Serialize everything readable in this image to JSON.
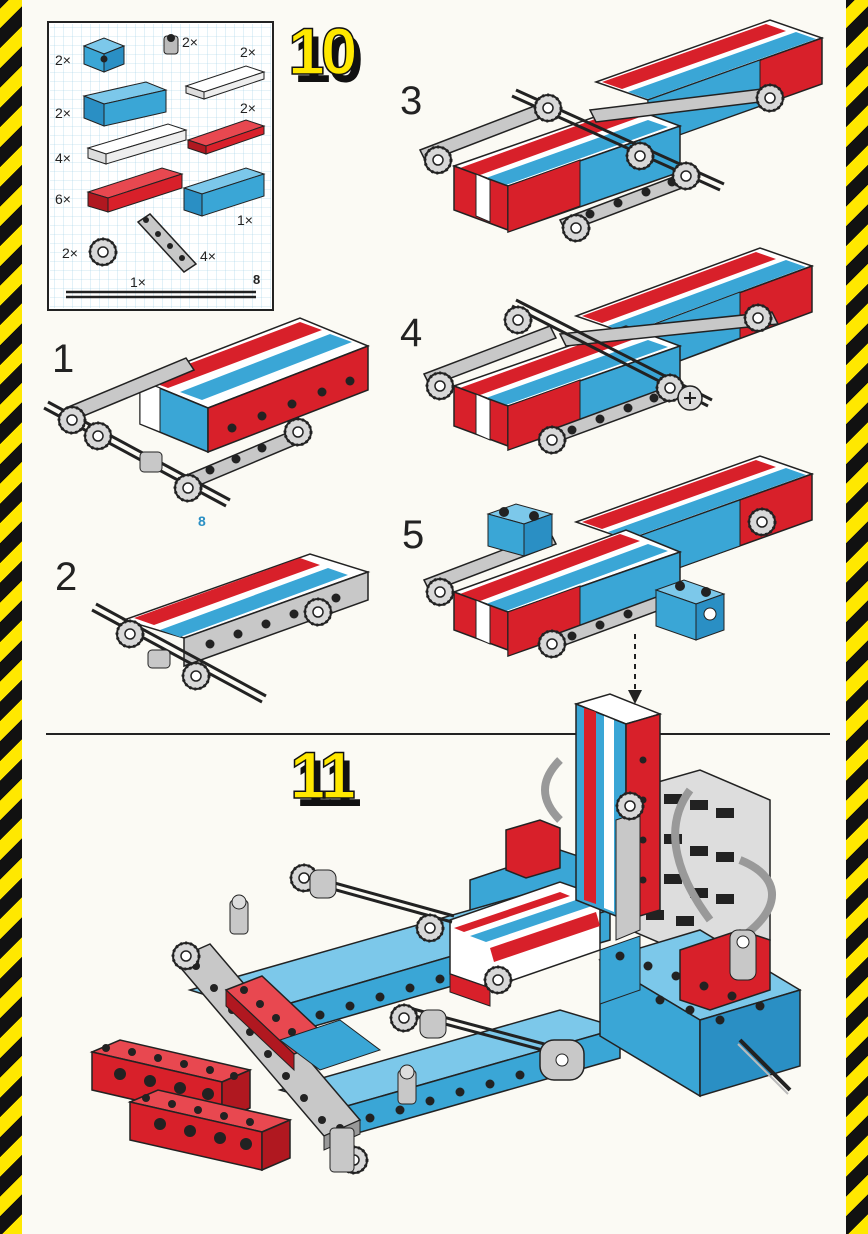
{
  "page": {
    "step_big_1": "10",
    "step_big_2": "11"
  },
  "parts_box": {
    "page_ref": "8",
    "items": [
      {
        "qty": "2×"
      },
      {
        "qty": "2×"
      },
      {
        "qty": "2×"
      },
      {
        "qty": "2×"
      },
      {
        "qty": "2×"
      },
      {
        "qty": "4×"
      },
      {
        "qty": "6×"
      },
      {
        "qty": "1×"
      },
      {
        "qty": "2×"
      },
      {
        "qty": "4×"
      },
      {
        "qty": "1×"
      }
    ]
  },
  "substeps": [
    {
      "num": "1",
      "ref": "8"
    },
    {
      "num": "2"
    },
    {
      "num": "3"
    },
    {
      "num": "4"
    },
    {
      "num": "5"
    }
  ],
  "colors": {
    "stripe_yellow": "#ffe800",
    "brick_red": "#d8202a",
    "brick_blue": "#3aa6d6",
    "brick_white": "#ffffff",
    "technic_gray": "#c8c8c8",
    "callout_blue": "#2a8fc4"
  }
}
